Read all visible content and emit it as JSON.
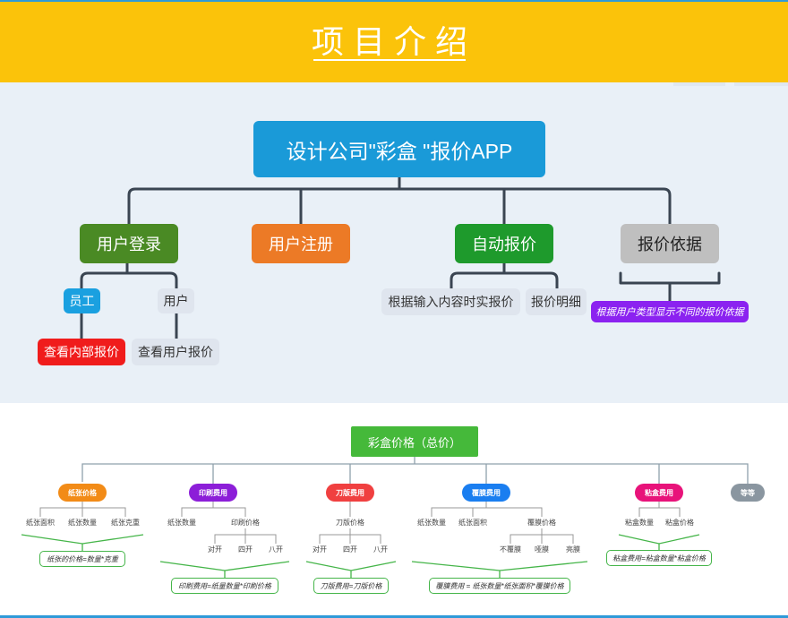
{
  "header": {
    "title": "项目介绍"
  },
  "top_diagram": {
    "root": "设计公司\"彩盒 \"报价APP",
    "branches": [
      {
        "label": "用户登录",
        "color": "#4a8a24",
        "children": [
          {
            "label": "员工",
            "color": "#1aa0e0",
            "child": {
              "label": "查看内部报价",
              "color": "#f01c1c"
            }
          },
          {
            "label": "用户",
            "color": "#dfe5ee",
            "child": {
              "label": "查看用户报价",
              "color": "#dfe5ee"
            }
          }
        ]
      },
      {
        "label": "用户注册",
        "color": "#ec7a26"
      },
      {
        "label": "自动报价",
        "color": "#1e9a2c",
        "children": [
          {
            "label": "根据输入内容时实报价"
          },
          {
            "label": "报价明细"
          }
        ]
      },
      {
        "label": "报价依据",
        "color": "#bfbfbf",
        "note": "根据用户类型显示不同的报价依据",
        "note_color": "#8b22f0"
      }
    ]
  },
  "bottom_diagram": {
    "root": "彩盒价格（总价）",
    "categories": [
      {
        "label": "纸张价格",
        "color": "#f28b17",
        "items": [
          "纸张面积",
          "纸张数量",
          "纸张克重"
        ],
        "formula": "纸张的价格=数量*克重"
      },
      {
        "label": "印刷费用",
        "color": "#8c1ed8",
        "items": [
          "纸张数量",
          "印刷价格"
        ],
        "subitems": [
          "对开",
          "四开",
          "八开"
        ],
        "formula": "印刷费用=纸量数量*印刷价格"
      },
      {
        "label": "刀版费用",
        "color": "#f04040",
        "items": [
          "刀版价格"
        ],
        "subitems": [
          "对开",
          "四开",
          "八开"
        ],
        "formula": "刀版费用=刀版价格"
      },
      {
        "label": "覆膜费用",
        "color": "#1a7ef0",
        "items": [
          "纸张数量",
          "纸张面积",
          "覆膜价格"
        ],
        "subitems": [
          "不覆膜",
          "哑膜",
          "亮膜"
        ],
        "formula": "覆膜费用 = 纸张数量*纸张面积*覆膜价格"
      },
      {
        "label": "粘盒费用",
        "color": "#e8137a",
        "items": [
          "粘盒数量",
          "粘盒价格"
        ],
        "formula": "粘盒费用=粘盒数量*粘盒价格"
      },
      {
        "label": "等等",
        "color": "#8a96a0"
      }
    ]
  },
  "colors": {
    "header_bg": "#fbc30a",
    "panel_bg": "#e9f0f7",
    "line_dark": "#3a4552",
    "formula_border": "#45b549",
    "root_blue": "#1a9ad8",
    "root_green": "#45b93a"
  }
}
